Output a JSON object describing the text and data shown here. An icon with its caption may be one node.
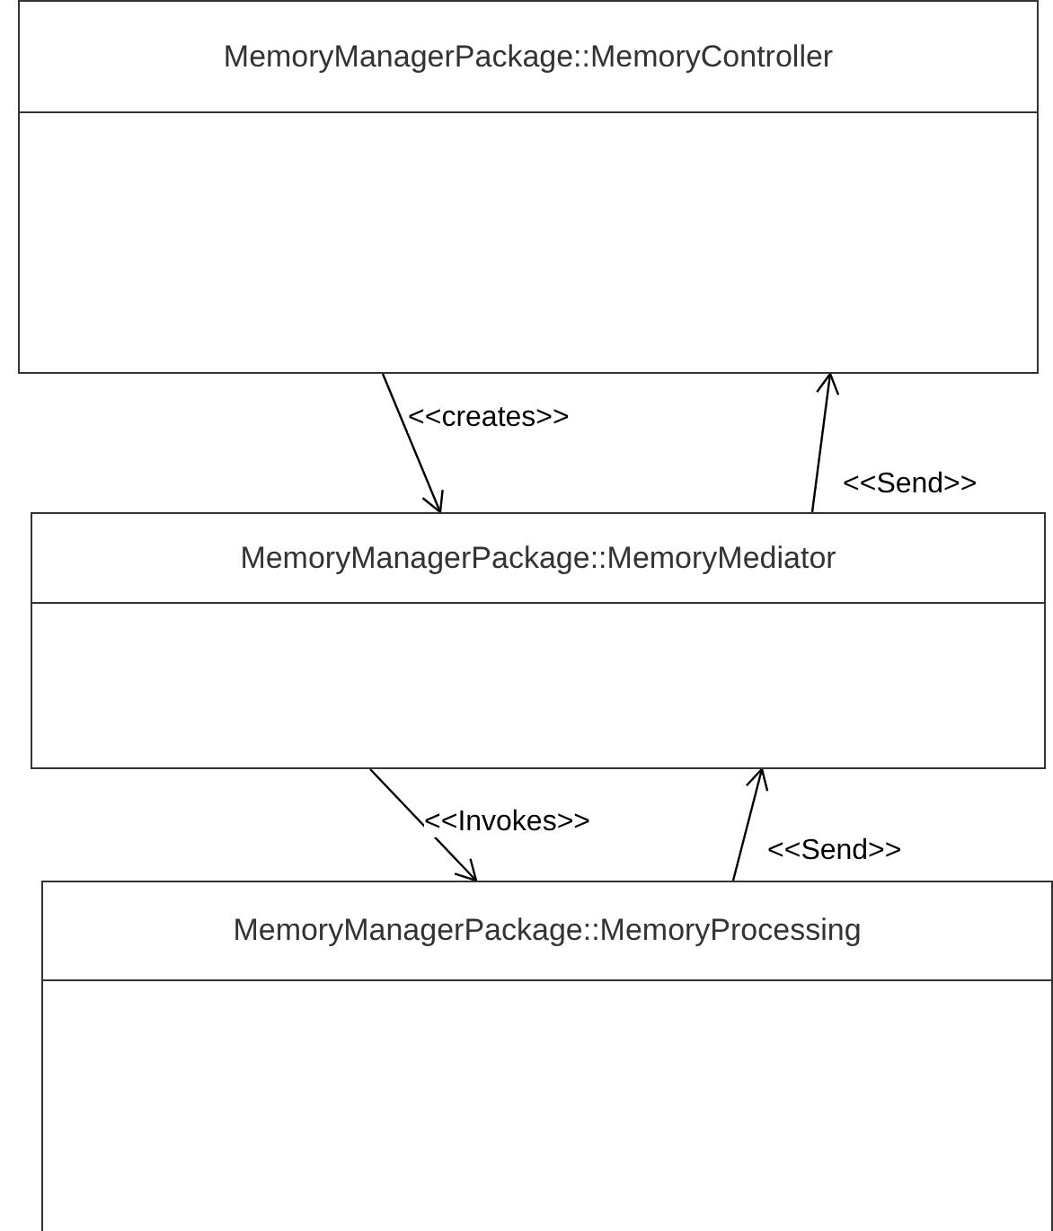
{
  "diagram": {
    "nodes": [
      {
        "text": [
          "MemoryManagerPackage::MemoryController"
        ]
      },
      {
        "text": [
          "MemoryManagerPackage::MemoryMediator"
        ]
      },
      {
        "text": [
          "MemoryManagerPackage::MemoryProcessing"
        ]
      }
    ],
    "edges": [
      {
        "from": 0,
        "to": 1,
        "arrow": "to",
        "label": "<<creates>>"
      },
      {
        "from": 1,
        "to": 0,
        "arrow": "to",
        "label": "<<Send>>"
      },
      {
        "from": 1,
        "to": 2,
        "arrow": "to",
        "label": "<<Invokes>>"
      },
      {
        "from": 2,
        "to": 1,
        "arrow": "to",
        "label": "<<Send>>"
      }
    ]
  }
}
